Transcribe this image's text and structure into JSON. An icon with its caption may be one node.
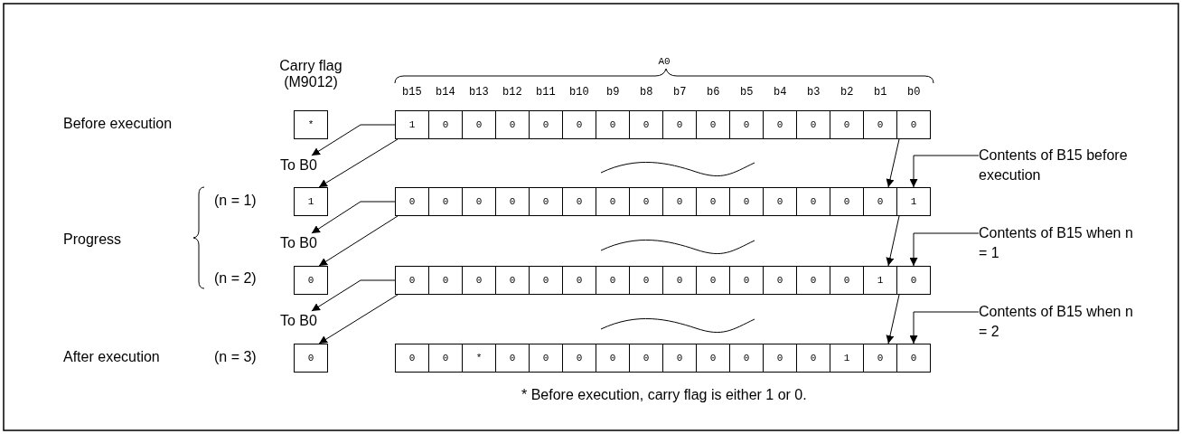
{
  "diagram": {
    "nodes": [
      {
        "text": [
          "*"
        ]
      },
      {
        "text": [
          "1"
        ]
      },
      {
        "text": [
          "0"
        ]
      },
      {
        "text": [
          "0"
        ]
      },
      {
        "text": [
          "0"
        ]
      },
      {
        "text": [
          "0"
        ]
      },
      {
        "text": [
          "0"
        ]
      },
      {
        "text": [
          "0"
        ]
      },
      {
        "text": [
          "0"
        ]
      },
      {
        "text": [
          "0"
        ]
      },
      {
        "text": [
          "0"
        ]
      },
      {
        "text": [
          "0"
        ]
      },
      {
        "text": [
          "0"
        ]
      },
      {
        "text": [
          "0"
        ]
      },
      {
        "text": [
          "0"
        ]
      },
      {
        "text": [
          "0"
        ]
      },
      {
        "text": [
          "0"
        ]
      },
      {
        "text": [
          "To B0"
        ]
      },
      {
        "text": [
          "Contents of B15 before execution"
        ]
      },
      {
        "text": [
          "1"
        ]
      },
      {
        "text": [
          "0"
        ]
      },
      {
        "text": [
          "0"
        ]
      },
      {
        "text": [
          "0"
        ]
      },
      {
        "text": [
          "0"
        ]
      },
      {
        "text": [
          "0"
        ]
      },
      {
        "text": [
          "0"
        ]
      },
      {
        "text": [
          "0"
        ]
      },
      {
        "text": [
          "0"
        ]
      },
      {
        "text": [
          "0"
        ]
      },
      {
        "text": [
          "0"
        ]
      },
      {
        "text": [
          "0"
        ]
      },
      {
        "text": [
          "0"
        ]
      },
      {
        "text": [
          "0"
        ]
      },
      {
        "text": [
          "0"
        ]
      },
      {
        "text": [
          "0"
        ]
      },
      {
        "text": [
          "1"
        ]
      },
      {
        "text": [
          "To B0"
        ]
      },
      {
        "text": [
          "Contents of B15 when n = 1"
        ]
      },
      {
        "text": [
          "0"
        ]
      },
      {
        "text": [
          "0"
        ]
      },
      {
        "text": [
          "0"
        ]
      },
      {
        "text": [
          "0"
        ]
      },
      {
        "text": [
          "0"
        ]
      },
      {
        "text": [
          "0"
        ]
      },
      {
        "text": [
          "0"
        ]
      },
      {
        "text": [
          "0"
        ]
      },
      {
        "text": [
          "0"
        ]
      },
      {
        "text": [
          "0"
        ]
      },
      {
        "text": [
          "0"
        ]
      },
      {
        "text": [
          "0"
        ]
      },
      {
        "text": [
          "0"
        ]
      },
      {
        "text": [
          "0"
        ]
      },
      {
        "text": [
          "0"
        ]
      },
      {
        "text": [
          "1"
        ]
      },
      {
        "text": [
          "0"
        ]
      },
      {
        "text": [
          "To B0"
        ]
      },
      {
        "text": [
          "Contents of B15 when n = 2"
        ]
      },
      {
        "text": [
          "0"
        ]
      },
      {
        "text": [
          "0"
        ]
      },
      {
        "text": [
          "0"
        ]
      },
      {
        "text": [
          "*"
        ]
      },
      {
        "text": [
          "0"
        ]
      },
      {
        "text": [
          "0"
        ]
      },
      {
        "text": [
          "0"
        ]
      },
      {
        "text": [
          "0"
        ]
      },
      {
        "text": [
          "0"
        ]
      },
      {
        "text": [
          "0"
        ]
      },
      {
        "text": [
          "0"
        ]
      },
      {
        "text": [
          "0"
        ]
      },
      {
        "text": [
          "0"
        ]
      },
      {
        "text": [
          "0"
        ]
      },
      {
        "text": [
          "1"
        ]
      },
      {
        "text": [
          "0"
        ]
      },
      {
        "text": [
          "0"
        ]
      }
    ],
    "edges": [
      {
        "from": 1,
        "to": 17,
        "arrow": "to"
      },
      {
        "from": 1,
        "to": 19,
        "arrow": "to"
      },
      {
        "from": 16,
        "to": 34,
        "arrow": "to"
      },
      {
        "from": 18,
        "to": 35,
        "arrow": "to"
      },
      {
        "from": 20,
        "to": 36,
        "arrow": "to"
      },
      {
        "from": 20,
        "to": 38,
        "arrow": "to"
      },
      {
        "from": 35,
        "to": 53,
        "arrow": "to"
      },
      {
        "from": 37,
        "to": 54,
        "arrow": "to"
      },
      {
        "from": 39,
        "to": 55,
        "arrow": "to"
      },
      {
        "from": 39,
        "to": 57,
        "arrow": "to"
      },
      {
        "from": 54,
        "to": 72,
        "arrow": "to"
      },
      {
        "from": 56,
        "to": 73,
        "arrow": "to"
      }
    ],
    "labels": [
      "A0",
      "Carry flag (M9012)",
      "b15",
      "b14",
      "b13",
      "b12",
      "b11",
      "b10",
      "b9",
      "b8",
      "b7",
      "b6",
      "b5",
      "b4",
      "b3",
      "b2",
      "b1",
      "b0",
      "Before execution",
      "(n = 1)",
      "Progress",
      "(n = 2)",
      "After execution",
      "(n = 3)",
      "* Before execution, carry flag is either 1 or 0."
    ]
  }
}
